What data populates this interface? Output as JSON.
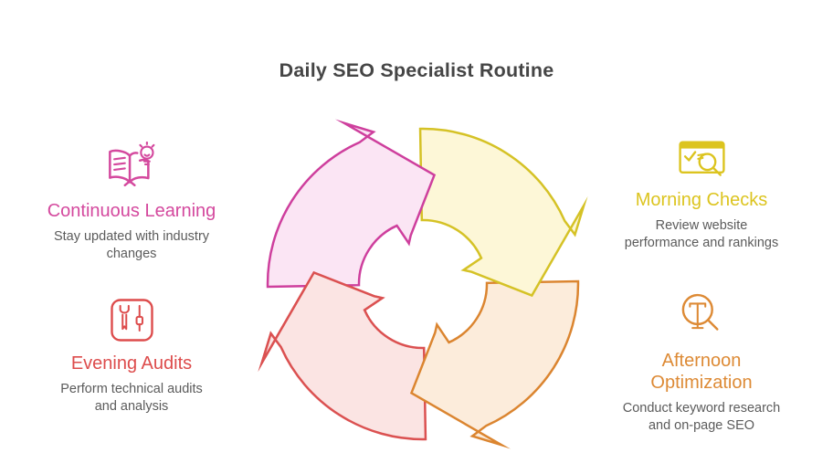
{
  "title": "Daily SEO Specialist Routine",
  "title_color": "#454545",
  "text_color": "#5b5b5b",
  "sections": [
    {
      "id": "continuous-learning",
      "icon": "open-book-lightbulb-icon",
      "color": "#d4499e",
      "heading": "Continuous Learning",
      "heading_lines": [
        "Continuous Learning"
      ],
      "desc": "Stay updated with industry changes",
      "desc_lines": [
        "Stay updated with industry",
        "changes"
      ]
    },
    {
      "id": "morning-checks",
      "icon": "browser-search-icon",
      "color": "#dcc41f",
      "heading": "Morning Checks",
      "heading_lines": [
        "Morning Checks"
      ],
      "desc": "Review website performance and rankings",
      "desc_lines": [
        "Review website",
        "performance and rankings"
      ]
    },
    {
      "id": "evening-audits",
      "icon": "tools-icon",
      "color": "#dd4c4c",
      "heading": "Evening Audits",
      "heading_lines": [
        "Evening Audits"
      ],
      "desc": "Perform technical audits and analysis",
      "desc_lines": [
        "Perform technical audits",
        "and analysis"
      ]
    },
    {
      "id": "afternoon-optimization",
      "icon": "keyword-research-icon",
      "color": "#dd8a35",
      "heading": "Afternoon Optimization",
      "heading_lines": [
        "Afternoon",
        "Optimization"
      ],
      "desc": "Conduct keyword research and on-page SEO",
      "desc_lines": [
        "Conduct keyword research",
        "and on-page SEO"
      ]
    }
  ],
  "cycle": {
    "arrows": [
      {
        "label": "continuous-learning",
        "stroke": "#ce3f9d",
        "fill": "#fbe5f4"
      },
      {
        "label": "morning-checks",
        "stroke": "#d5c226",
        "fill": "#fdf7d7"
      },
      {
        "label": "afternoon-optimization",
        "stroke": "#db8530",
        "fill": "#fcecdb"
      },
      {
        "label": "evening-audits",
        "stroke": "#db5151",
        "fill": "#fbe4e3"
      }
    ]
  }
}
